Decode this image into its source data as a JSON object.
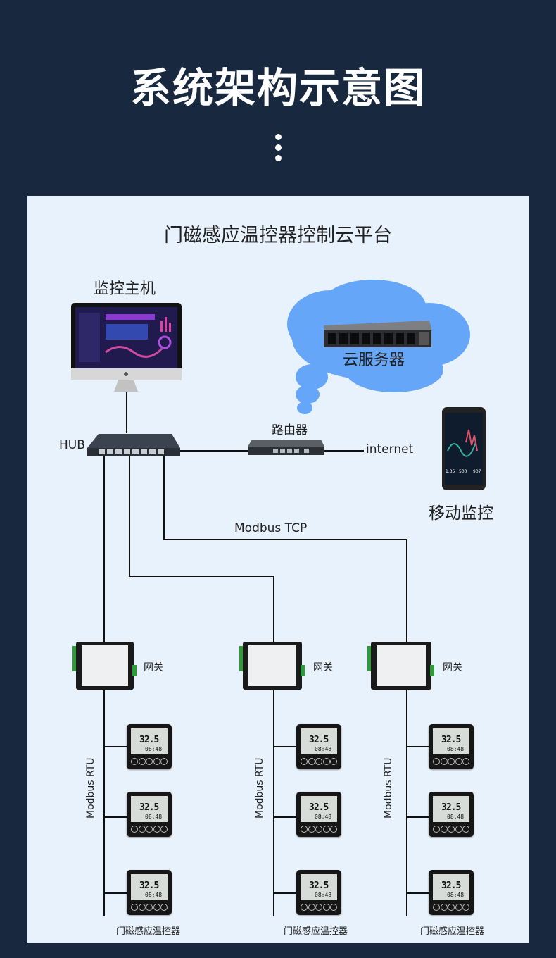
{
  "header": {
    "title": "系统架构示意图"
  },
  "diagram": {
    "platform_title": "门磁感应温控器控制云平台",
    "host_label": "监控主机",
    "cloud_server_label": "云服务器",
    "router_label": "路由器",
    "internet_label": "internet",
    "hub_label": "HUB",
    "mobile_label": "移动监控",
    "tcp_label": "Modbus TCP",
    "gateways": [
      {
        "label": "网关",
        "bus_label": "Modbus RTU",
        "device_label": "门磁感应温控器"
      },
      {
        "label": "网关",
        "bus_label": "Modbus RTU",
        "device_label": "门磁感应温控器"
      },
      {
        "label": "网关",
        "bus_label": "Modbus RTU",
        "device_label": "门磁感应温控器"
      }
    ],
    "thermostat_display": {
      "temperature": "32.5",
      "sub": "08:48"
    },
    "phone_readout": [
      "1.35",
      "500",
      "907"
    ]
  }
}
